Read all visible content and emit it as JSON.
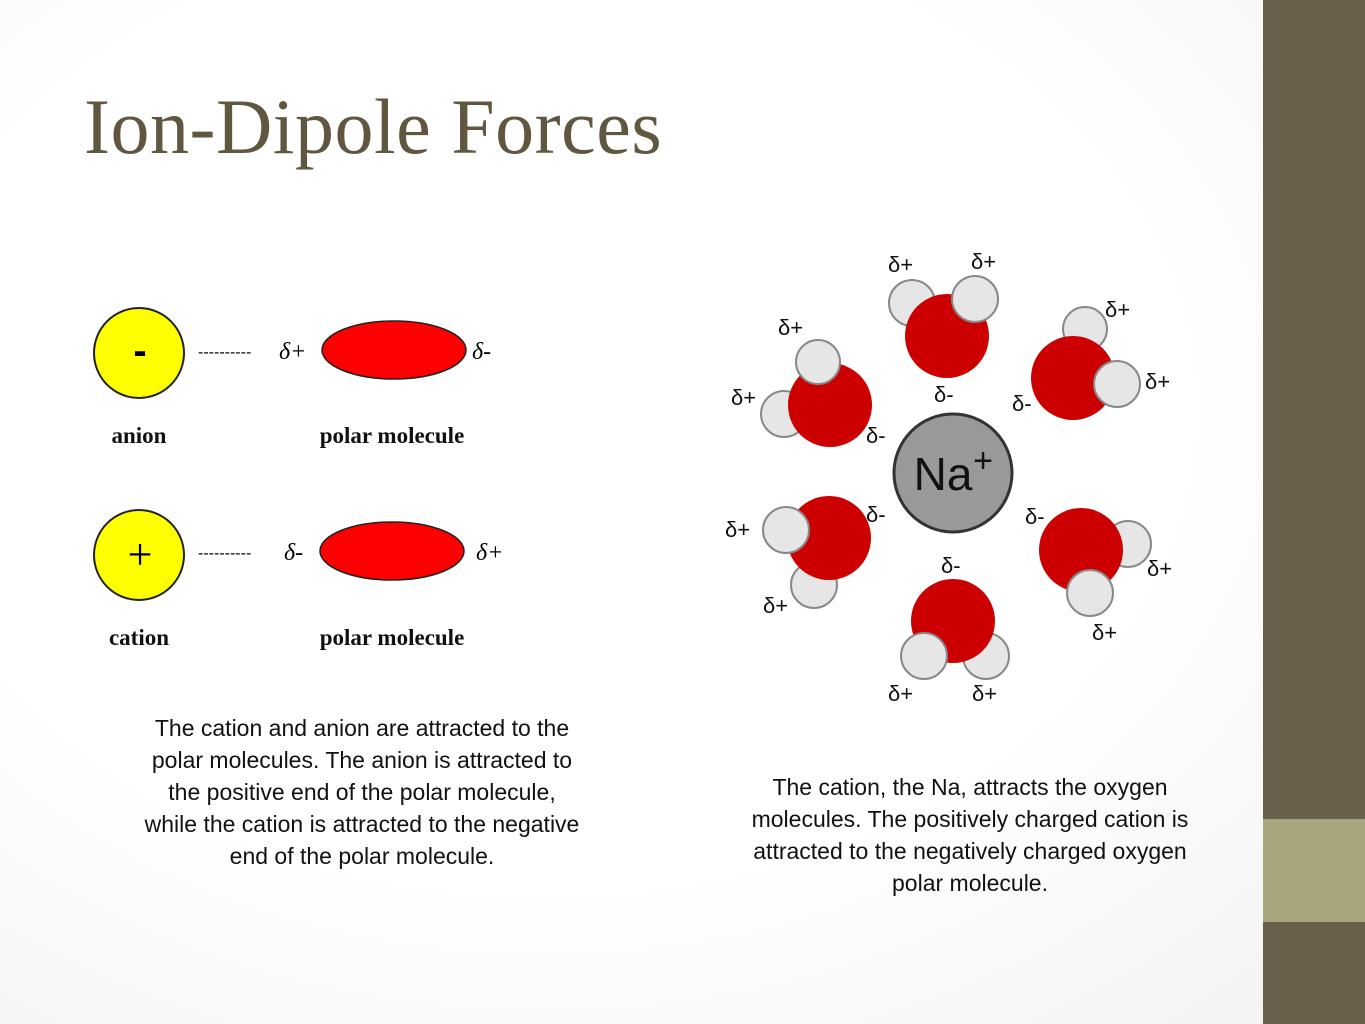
{
  "slide": {
    "title": "Ion-Dipole Forces",
    "colors": {
      "title": "#5f573f",
      "sidebar": "#6a604b",
      "sidebar_accent": "#a9a57c",
      "ion_yellow": "#ffff00",
      "oxygen_red": "#cc0000",
      "hydrogen_gray": "#e6e6e6",
      "sodium_gray": "#999999"
    }
  },
  "left_diagram": {
    "anion": {
      "symbol": "-",
      "dashes": "----------",
      "near_charge": "δ+",
      "far_charge": "δ-",
      "ion_label": "anion",
      "molecule_label": "polar molecule"
    },
    "cation": {
      "symbol": "+",
      "dashes": "----------",
      "near_charge": "δ-",
      "far_charge": "δ+",
      "ion_label": "cation",
      "molecule_label": "polar molecule"
    }
  },
  "right_diagram": {
    "center_ion": "Na",
    "center_charge": "+",
    "partial_positive": "δ+",
    "partial_negative": "δ-"
  },
  "captions": {
    "left": "The cation and anion are attracted to the polar molecules. The anion is attracted to the positive end of the polar molecule, while the cation is attracted to the negative end of the polar molecule.",
    "right": "The cation, the Na, attracts the oxygen molecules. The positively charged cation is attracted to the negatively charged oxygen polar molecule."
  }
}
